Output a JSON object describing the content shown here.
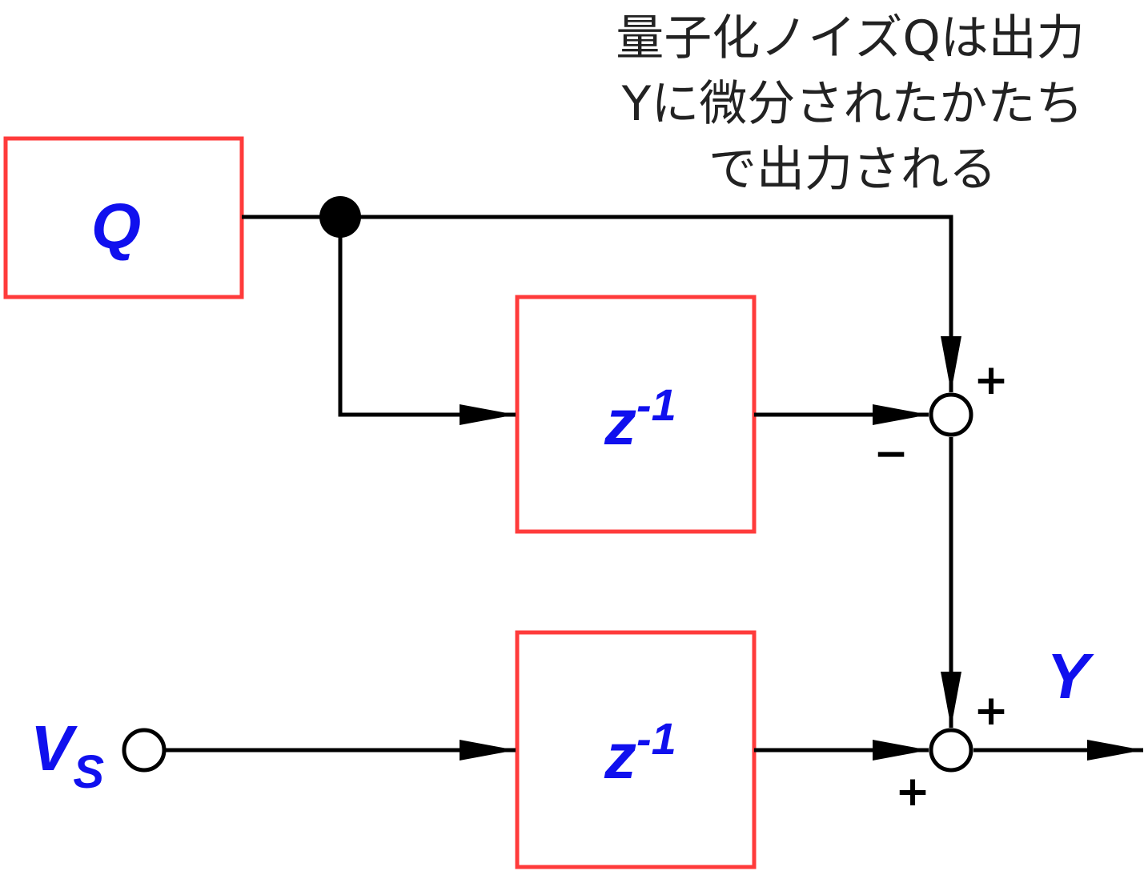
{
  "annotation": {
    "lines": [
      "量子化ノイズQは出力",
      "Yに微分されたかたち",
      "で出力される"
    ]
  },
  "blocks": {
    "q": {
      "label": "Q"
    },
    "delay_top": {
      "base": "z",
      "exp": "-1"
    },
    "delay_bottom": {
      "base": "z",
      "exp": "-1"
    }
  },
  "input": {
    "base": "V",
    "sub": "S"
  },
  "output": {
    "label": "Y"
  },
  "signs": {
    "sum1_top": "+",
    "sum1_left": "−",
    "sum2_top": "+",
    "sum2_left": "+"
  },
  "colors": {
    "block_border": "#ff3b3b",
    "label_blue": "#1010ee",
    "wire": "#000000"
  }
}
